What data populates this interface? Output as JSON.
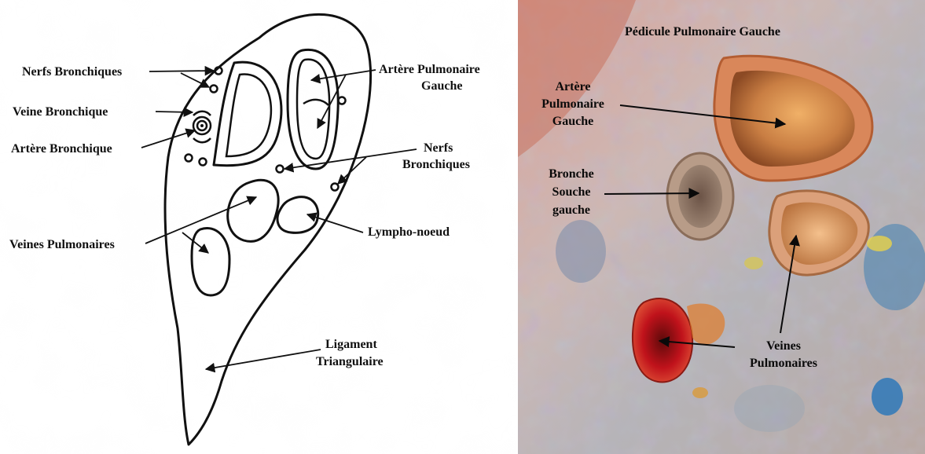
{
  "drawing": {
    "labels": {
      "nerfs_bronchiques_top": "Nerfs Bronchiques",
      "veine_bronchique": "Veine Bronchique",
      "artere_bronchique": "Artère Bronchique",
      "artere_pulmonaire_line1": "Artère Pulmonaire",
      "artere_pulmonaire_line2": "Gauche",
      "nerfs_bronchiques_right_line1": "Nerfs",
      "nerfs_bronchiques_right_line2": "Bronchiques",
      "veines_pulmonaires": "Veines Pulmonaires",
      "lympho_noeud": "Lympho-noeud",
      "ligament_line1": "Ligament",
      "ligament_line2": "Triangulaire"
    }
  },
  "photo": {
    "labels": {
      "title": "Pédicule Pulmonaire Gauche",
      "artere_line1": "Artère",
      "artere_line2": "Pulmonaire",
      "artere_line3": "Gauche",
      "bronche_line1": "Bronche",
      "bronche_line2": "Souche",
      "bronche_line3": "gauche",
      "veines_line1": "Veines",
      "veines_line2": "Pulmonaires"
    }
  }
}
